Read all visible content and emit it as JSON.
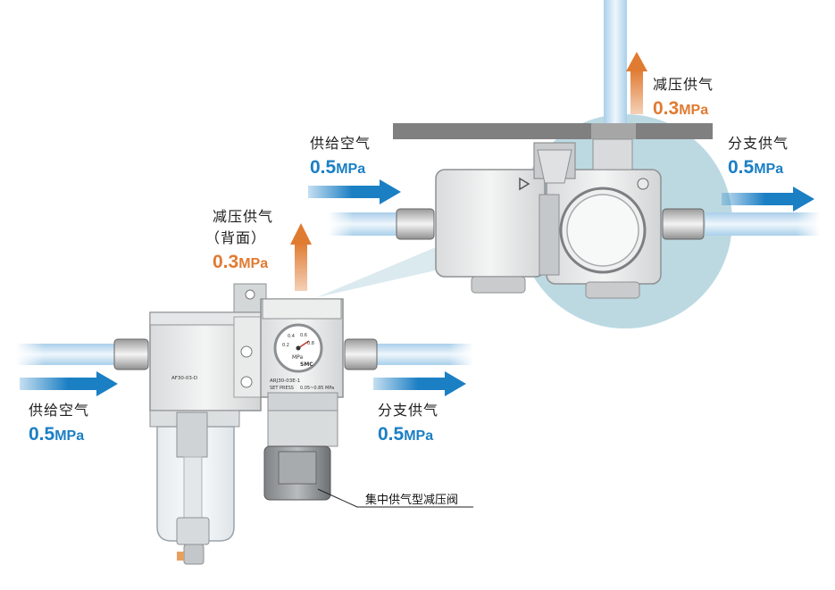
{
  "colors": {
    "supply": "#1b7fc4",
    "reduced": "#e07b32",
    "pipe": "#cfe4f3",
    "bubble": "#bcd9e2",
    "bracket": "#808080"
  },
  "top_right": {
    "reduced_label": "减压供气",
    "reduced_pressure": {
      "value": "0.3",
      "unit": "MPa"
    },
    "supply_label": "供给空气",
    "supply_pressure": {
      "value": "0.5",
      "unit": "MPa"
    },
    "branch_label": "分支供气",
    "branch_pressure": {
      "value": "0.5",
      "unit": "MPa"
    }
  },
  "bottom_left": {
    "reduced_label": "减压供气",
    "reduced_note": "（背面）",
    "reduced_pressure": {
      "value": "0.3",
      "unit": "MPa"
    },
    "supply_label": "供给空气",
    "supply_pressure": {
      "value": "0.5",
      "unit": "MPa"
    },
    "branch_label": "分支供气",
    "branch_pressure": {
      "value": "0.5",
      "unit": "MPa"
    }
  },
  "callout_label": "集中供气型减压阀",
  "unit_labels": {
    "filter_model": "AF30-03-D",
    "regulator_model": "ARJ30-03E-1",
    "set_press": "SET PRESS",
    "set_press_range": "0.05~0.85 MPa",
    "brand": "SMC",
    "gauge_unit": "MPa",
    "gauge_ticks": [
      "0.2",
      "0.4",
      "0.6",
      "0.8"
    ]
  }
}
